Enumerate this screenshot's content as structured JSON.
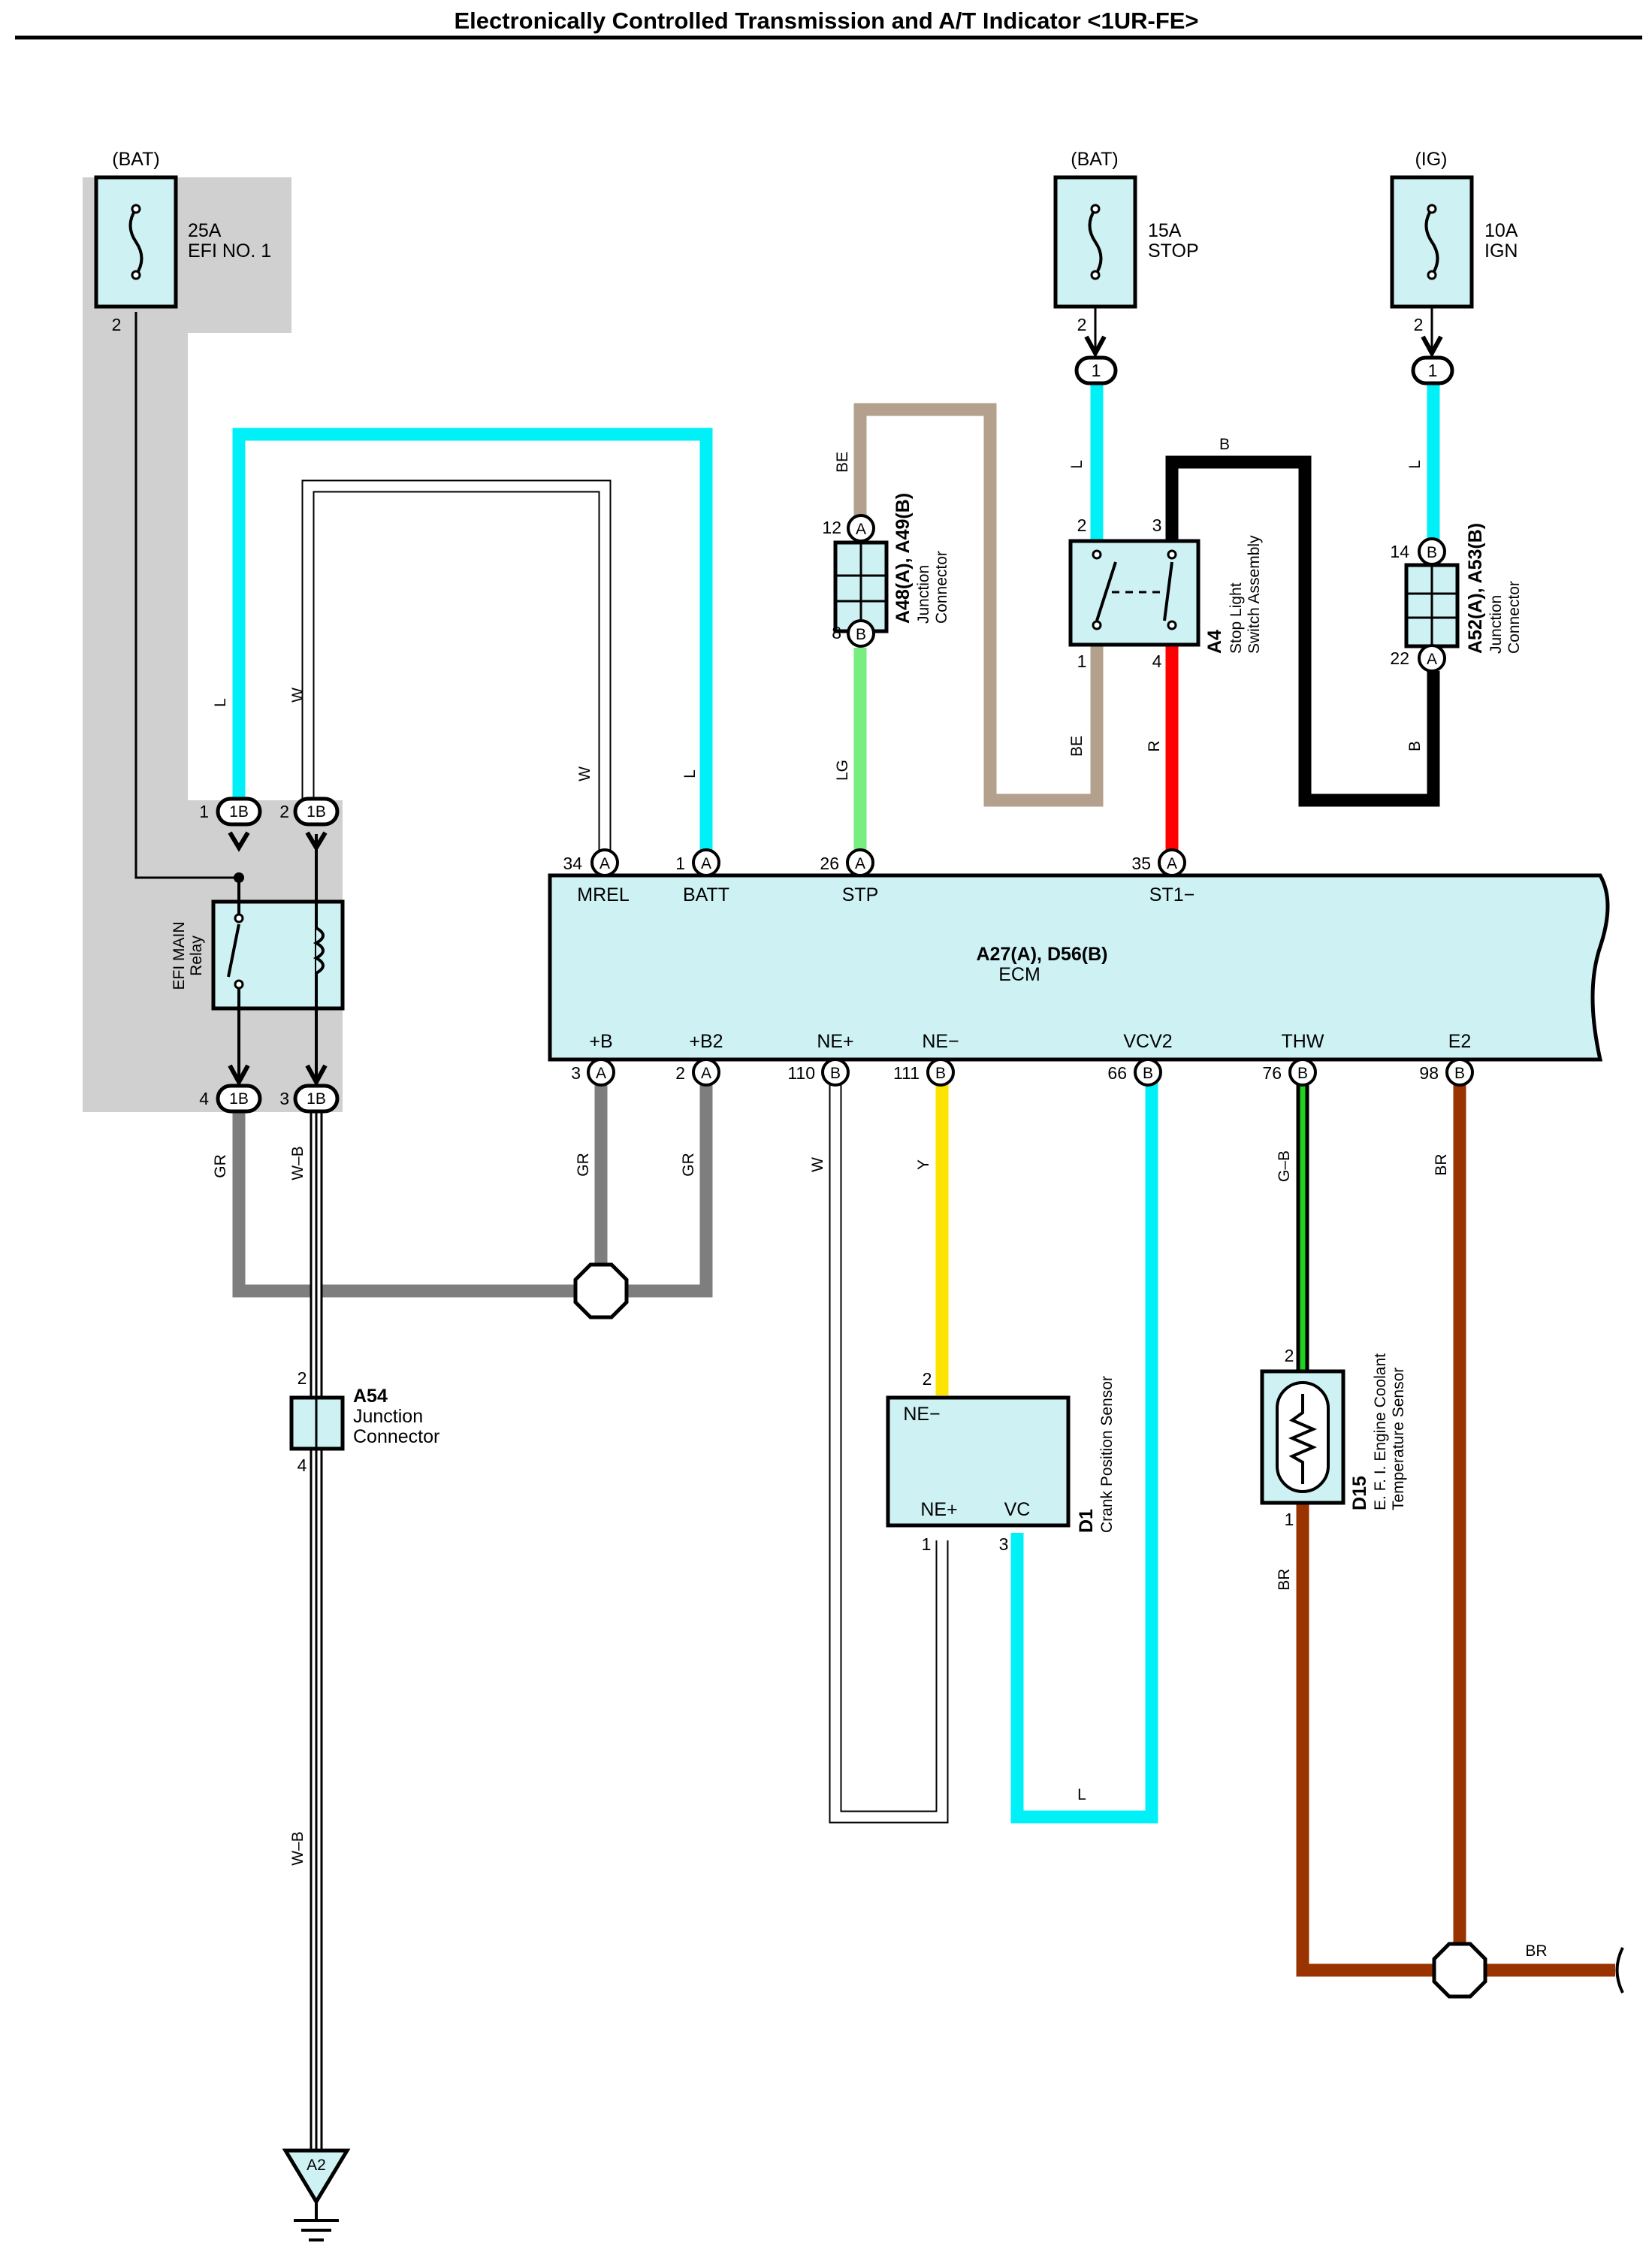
{
  "title": "Electronically Controlled Transmission and A/T Indicator <1UR-FE>",
  "fuses": [
    {
      "source": "(BAT)",
      "rating": "25A",
      "name": "EFI NO. 1",
      "pin": "2"
    },
    {
      "source": "(BAT)",
      "rating": "15A",
      "name": "STOP",
      "pin": "2",
      "conn": "1"
    },
    {
      "source": "(IG)",
      "rating": "10A",
      "name": "IGN",
      "pin": "2",
      "conn": "1"
    }
  ],
  "relay": {
    "name_line1": "EFI MAIN",
    "name_line2": "Relay",
    "conn": "1B",
    "pins_top": [
      "1",
      "2"
    ],
    "pins_bottom": [
      "4",
      "3"
    ]
  },
  "junction_a48": {
    "ref": "A48(A), A49(B)",
    "line1": "Junction",
    "line2": "Connector",
    "pin_top": "12",
    "letter_top": "A",
    "pin_bottom": "8",
    "letter_bottom": "B"
  },
  "stop_switch": {
    "ref": "A4",
    "line1": "Stop Light",
    "line2": "Switch Assembly",
    "pins": [
      "2",
      "3",
      "1",
      "4"
    ]
  },
  "junction_a52": {
    "ref": "A52(A), A53(B)",
    "line1": "Junction",
    "line2": "Connector",
    "pin_top": "14",
    "letter_top": "B",
    "pin_bottom": "22",
    "letter_bottom": "A"
  },
  "ecm": {
    "ref": "A27(A), D56(B)",
    "name": "ECM",
    "top_pins": [
      {
        "num": "34",
        "letter": "A",
        "name": "MREL"
      },
      {
        "num": "1",
        "letter": "A",
        "name": "BATT"
      },
      {
        "num": "26",
        "letter": "A",
        "name": "STP"
      },
      {
        "num": "35",
        "letter": "A",
        "name": "ST1−"
      }
    ],
    "bottom_pins": [
      {
        "num": "3",
        "letter": "A",
        "name": "+B"
      },
      {
        "num": "2",
        "letter": "A",
        "name": "+B2"
      },
      {
        "num": "110",
        "letter": "B",
        "name": "NE+"
      },
      {
        "num": "111",
        "letter": "B",
        "name": "NE−"
      },
      {
        "num": "66",
        "letter": "B",
        "name": "VCV2"
      },
      {
        "num": "76",
        "letter": "B",
        "name": "THW"
      },
      {
        "num": "98",
        "letter": "B",
        "name": "E2"
      }
    ]
  },
  "a54": {
    "ref": "A54",
    "line1": "Junction",
    "line2": "Connector",
    "pin_top": "2",
    "pin_bottom": "4"
  },
  "crank_sensor": {
    "ref": "D1",
    "name": "Crank Position Sensor",
    "pin_ne_minus_label": "NE−",
    "pin_ne_plus_label": "NE+",
    "pin_vc_label": "VC",
    "pin_top": "2",
    "pin_ne_plus": "1",
    "pin_vc": "3"
  },
  "coolant_sensor": {
    "ref": "D15",
    "line1": "E. F. I. Engine Coolant",
    "line2": "Temperature Sensor",
    "pin_top": "2",
    "pin_bottom": "1"
  },
  "ground": {
    "ref": "A2"
  },
  "wire_codes": {
    "L": "L",
    "W": "W",
    "BE": "BE",
    "LG": "LG",
    "B": "B",
    "R": "R",
    "GR": "GR",
    "WB": "W–B",
    "Y": "Y",
    "GB": "G–B",
    "BR": "BR"
  },
  "colors": {
    "L": "#00f0f8",
    "W": "#ffffff",
    "BE": "#b3a18d",
    "LG": "#78ee80",
    "B": "#000000",
    "R": "#ff0000",
    "GR": "#7e7e7e",
    "Y": "#ffe300",
    "G": "#1fd21f",
    "BR": "#993300",
    "component": "#cef2f4",
    "shade": "#d0d0d0"
  }
}
